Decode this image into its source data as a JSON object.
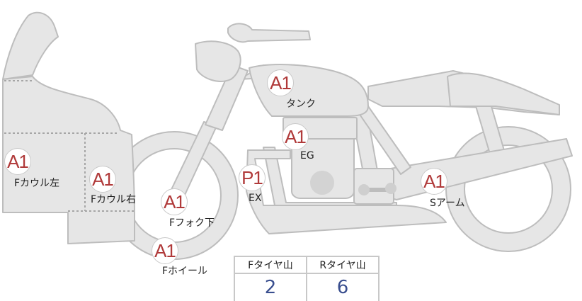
{
  "diagram": {
    "colors": {
      "body_fill": "#e6e6e6",
      "body_stroke": "#bdbdbd",
      "marker_text": "#b03a3a",
      "tire_value": "#3a4f8f"
    },
    "parts": [
      {
        "id": "f-cowl-left",
        "grade": "A1",
        "label": "Fカウル左"
      },
      {
        "id": "f-cowl-right",
        "grade": "A1",
        "label": "Fカウル右"
      },
      {
        "id": "tank",
        "grade": "A1",
        "label": "タンク"
      },
      {
        "id": "eg",
        "grade": "A1",
        "label": "EG"
      },
      {
        "id": "ex",
        "grade": "P1",
        "label": "EX"
      },
      {
        "id": "f-fork-lower",
        "grade": "A1",
        "label": "Fフォク下"
      },
      {
        "id": "f-wheel",
        "grade": "A1",
        "label": "Fホイール"
      },
      {
        "id": "s-arm",
        "grade": "A1",
        "label": "Sアーム"
      }
    ],
    "tire_table": {
      "front_header": "Fタイヤ山",
      "rear_header": "Rタイヤ山",
      "front_value": "2",
      "rear_value": "6"
    }
  }
}
